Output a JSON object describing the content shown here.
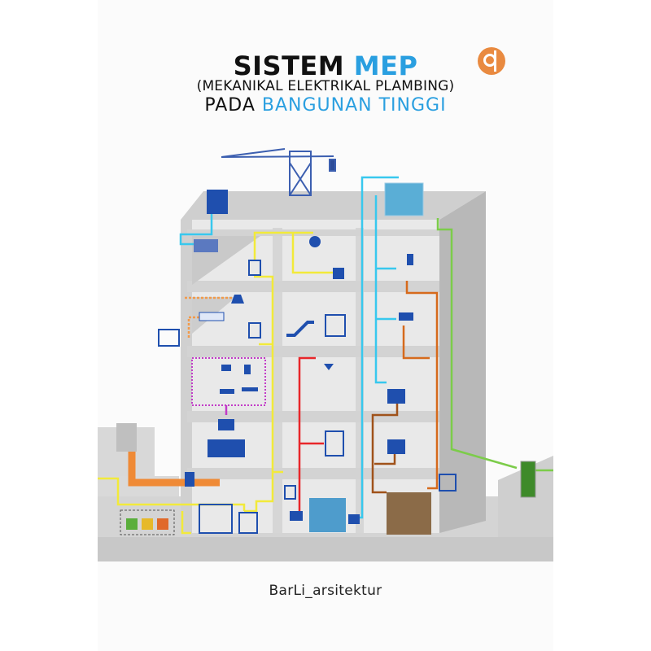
{
  "title": {
    "line1_dark": "SISTEM",
    "line1_accent": "MEP",
    "line2": "(MEKANIKAL ELEKTRIKAL PLAMBING)",
    "line3_dark": "PADA",
    "line3_accent": "BANGUNAN TINGGI"
  },
  "author": "BarLi_arsitektur",
  "logo_letter": "a",
  "colors": {
    "accent": "#2a9fe0",
    "logo": "#e98a40",
    "electrical": "#f2ea3a",
    "clean_water": "#38c8ee",
    "fire": "#e8262a",
    "waste_water": "#d66a1c",
    "drainage": "#7ccc4a",
    "network": "#c23bc8",
    "icon": "#1f4fae"
  },
  "icons": [
    "crane-icon",
    "chiller-icon",
    "ahu-icon",
    "lamp-icon",
    "socket-icon",
    "panel-icon",
    "kitchen-hood-icon",
    "ac-indoor-icon",
    "ac-outdoor-icon",
    "escalator-icon",
    "elevator-icon",
    "sprinkler-icon",
    "cctv-icon",
    "speaker-icon",
    "wifi-router-icon",
    "smoke-detector-icon",
    "server-icon",
    "fire-alarm-icon",
    "water-tank-icon",
    "shower-icon",
    "sink-icon",
    "toilet-icon",
    "septic-tank-icon",
    "generator-icon",
    "transformer-icon",
    "pump-icon",
    "trash-bin-icon",
    "exhaust-fan-icon",
    "grease-trap-icon"
  ]
}
